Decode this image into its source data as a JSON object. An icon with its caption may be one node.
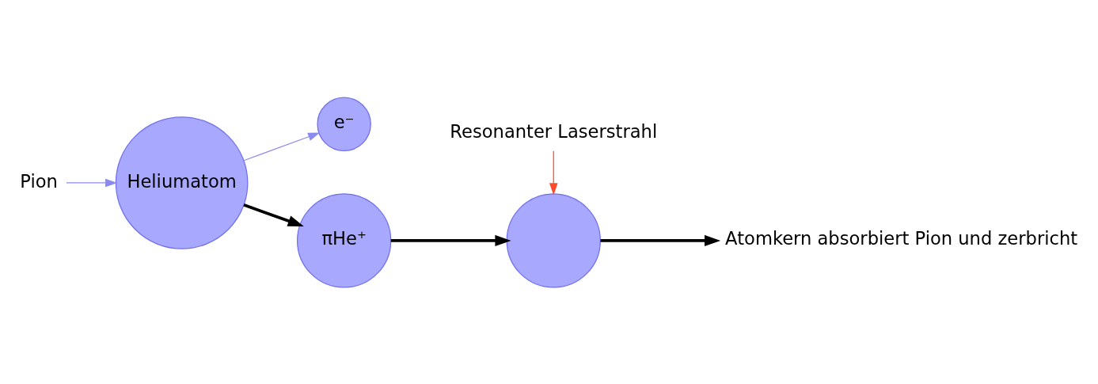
{
  "diagram": {
    "nodes": [
      {
        "text": [
          "Pion"
        ]
      },
      {
        "text": [
          "Heliumatom"
        ]
      },
      {
        "text": [
          "e⁻"
        ]
      },
      {
        "text": [
          "πHe⁺"
        ]
      },
      {
        "text": [],
        "shape": "circle"
      },
      {
        "text": [
          "Resonanter Laserstrahl"
        ]
      },
      {
        "text": [
          "Atomkern absorbiert Pion und zerbricht"
        ]
      }
    ],
    "edges": [
      {
        "from": 0,
        "to": 1,
        "arrow": "to",
        "color": "#8a8af0"
      },
      {
        "from": 1,
        "to": 2,
        "arrow": "to",
        "color": "#8a8af0"
      },
      {
        "from": 1,
        "to": 3,
        "arrow": "to",
        "style": "thick"
      },
      {
        "from": 3,
        "to": 4,
        "arrow": "to",
        "style": "thick"
      },
      {
        "from": 5,
        "to": 4,
        "arrow": "to",
        "color": "#ff4a2a"
      },
      {
        "from": 4,
        "to": 6,
        "arrow": "to",
        "style": "thick"
      }
    ]
  }
}
